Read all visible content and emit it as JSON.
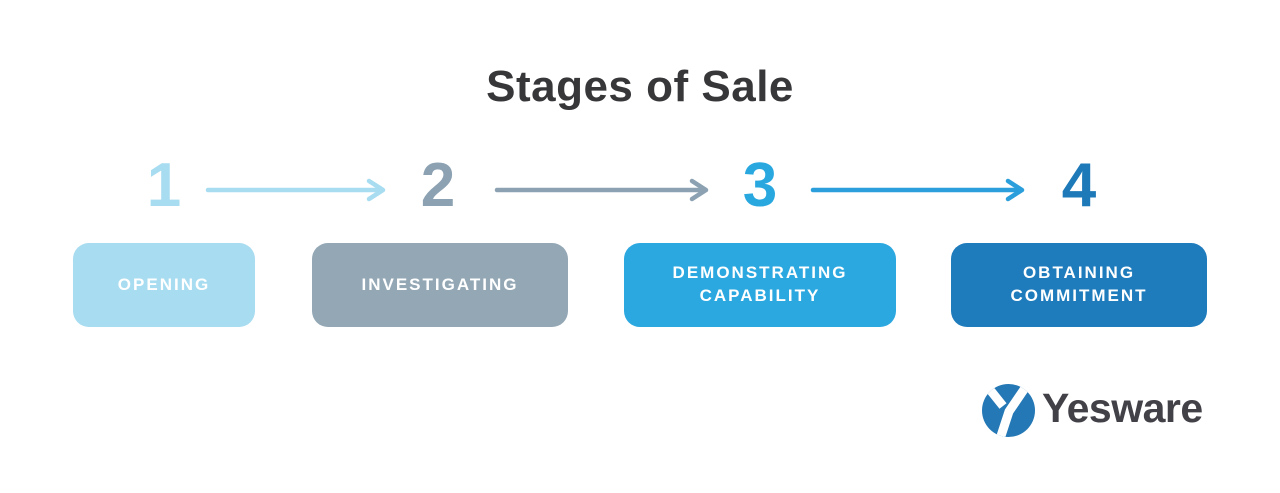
{
  "title": "Stages of Sale",
  "stages": [
    {
      "number": "1",
      "label": "OPENING",
      "accent_color": "#A8DCF0",
      "box_color": "#A8DCF0",
      "label_color": "#FFFFFF"
    },
    {
      "number": "2",
      "label": "INVESTIGATING",
      "accent_color": "#8CA1B2",
      "box_color": "#93A7B5",
      "label_color": "#FFFFFF"
    },
    {
      "number": "3",
      "label": "DEMONSTRATING CAPABILITY",
      "accent_color": "#29A8E0",
      "box_color": "#2CA8E0",
      "label_color": "#FFFFFF"
    },
    {
      "number": "4",
      "label": "OBTAINING COMMITMENT",
      "accent_color": "#1E79B8",
      "box_color": "#1F7CBC",
      "label_color": "#FFFFFF"
    }
  ],
  "arrows": [
    {
      "name": "arrow-1-to-2",
      "color": "#A8DCF0"
    },
    {
      "name": "arrow-2-to-3",
      "color": "#8CA2B2"
    },
    {
      "name": "arrow-3-to-4",
      "color": "#2B9EDC"
    }
  ],
  "logo": {
    "wordmark": "Yesware",
    "mark_color": "#2478B5",
    "wordmark_color": "#424148"
  }
}
